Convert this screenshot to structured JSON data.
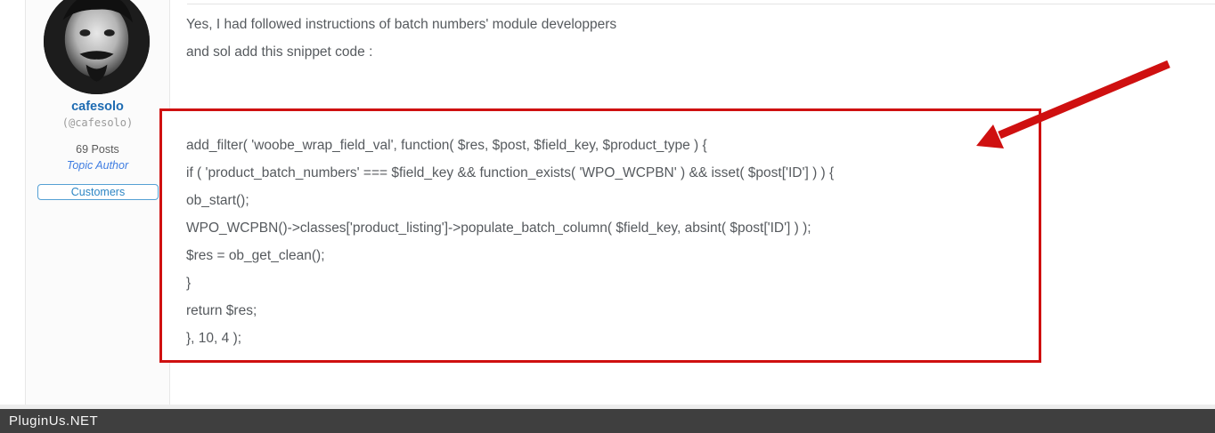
{
  "post": {
    "author": {
      "username": "cafesolo",
      "handle": "(@cafesolo)",
      "post_count": "69 Posts",
      "role": "Topic Author",
      "badge": "Customers",
      "avatar_alt": "cafesolo avatar photo"
    },
    "body": {
      "line1": "Yes, I had followed instructions of batch numbers' module developpers",
      "line2": "and sol add this snippet code :"
    },
    "code": {
      "lines": [
        "add_filter( 'woobe_wrap_field_val', function( $res, $post, $field_key, $product_type ) {",
        "if ( 'product_batch_numbers' === $field_key && function_exists( 'WPO_WCPBN' ) && isset( $post['ID'] ) ) {",
        "ob_start();",
        "WPO_WCPBN()->classes['product_listing']->populate_batch_column( $field_key, absint( $post['ID'] ) );",
        "$res = ob_get_clean();",
        "}",
        "return $res;",
        "}, 10, 4 );"
      ]
    }
  },
  "annotations": {
    "highlight_color": "#cf1010",
    "arrow_icon": "red-arrow"
  },
  "footer": {
    "watermark": "PluginUs.NET"
  },
  "colors": {
    "username_blue": "#1d6bb2",
    "topic_author_blue": "#3f7de2",
    "badge_blue": "#2d86c4",
    "text_gray": "#565a5e",
    "footer_dark": "#3f3f3f"
  }
}
